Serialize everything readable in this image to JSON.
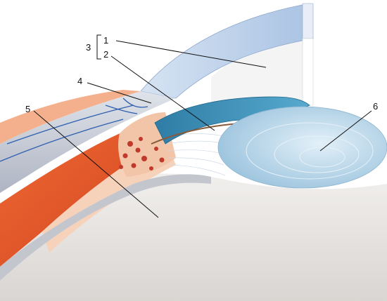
{
  "labels": {
    "l1": "1",
    "l2": "2",
    "l3": "3",
    "l4": "4",
    "l5": "5",
    "l6": "6"
  },
  "colors": {
    "background": "#ffffff",
    "vitreous": "#e4e1df",
    "cornea": "#bfd2ea",
    "sclera": "#c9cdd6",
    "muscle": "#e8562b",
    "tissue": "#f2c2a2",
    "iris": "#3a8fb6",
    "lens": "#bcd9ea",
    "vessel": "#2f5fb0"
  }
}
